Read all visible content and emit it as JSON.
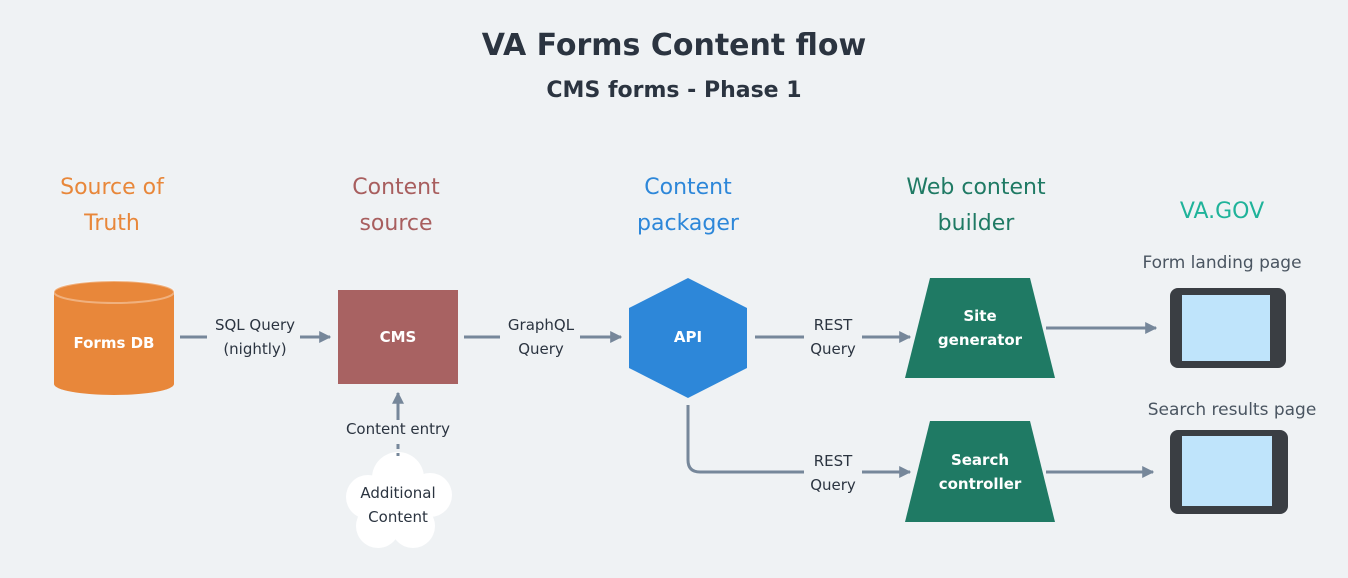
{
  "title": "VA Forms Content flow",
  "subtitle": "CMS forms - Phase 1",
  "columns": [
    {
      "heading": "Source of\nTruth",
      "color": "#e8873a"
    },
    {
      "heading": "Content\nsource",
      "color": "#a85e5e"
    },
    {
      "heading": "Content\npackager",
      "color": "#2d87d9"
    },
    {
      "heading": "Web content\nbuilder",
      "color": "#1f7a64"
    },
    {
      "heading": "VA.GOV",
      "color": "#1fb39a"
    }
  ],
  "nodes": {
    "forms_db": {
      "label": "Forms DB",
      "color": "#e8873a"
    },
    "cms": {
      "label": "CMS",
      "color": "#a86262"
    },
    "api": {
      "label": "API",
      "color": "#2d87d9"
    },
    "site_generator": {
      "label": "Site\ngenerator",
      "color": "#1f7a64"
    },
    "search_controller": {
      "label": "Search\ncontroller",
      "color": "#1f7a64"
    },
    "additional_content": {
      "label": "Additional\nContent"
    }
  },
  "edges": {
    "sql_query": "SQL Query\n(nightly)",
    "graphql_query": "GraphQL\nQuery",
    "rest_query_site": "REST\nQuery",
    "rest_query_search": "REST\nQuery",
    "content_entry": "Content entry"
  },
  "pages": {
    "form_landing": "Form landing page",
    "search_results": "Search results page"
  },
  "colors": {
    "arrow": "#76879a",
    "text": "#2b3440",
    "background": "#eff2f4",
    "device_frame": "#3a3e43",
    "device_screen": "#bfe4fb"
  }
}
